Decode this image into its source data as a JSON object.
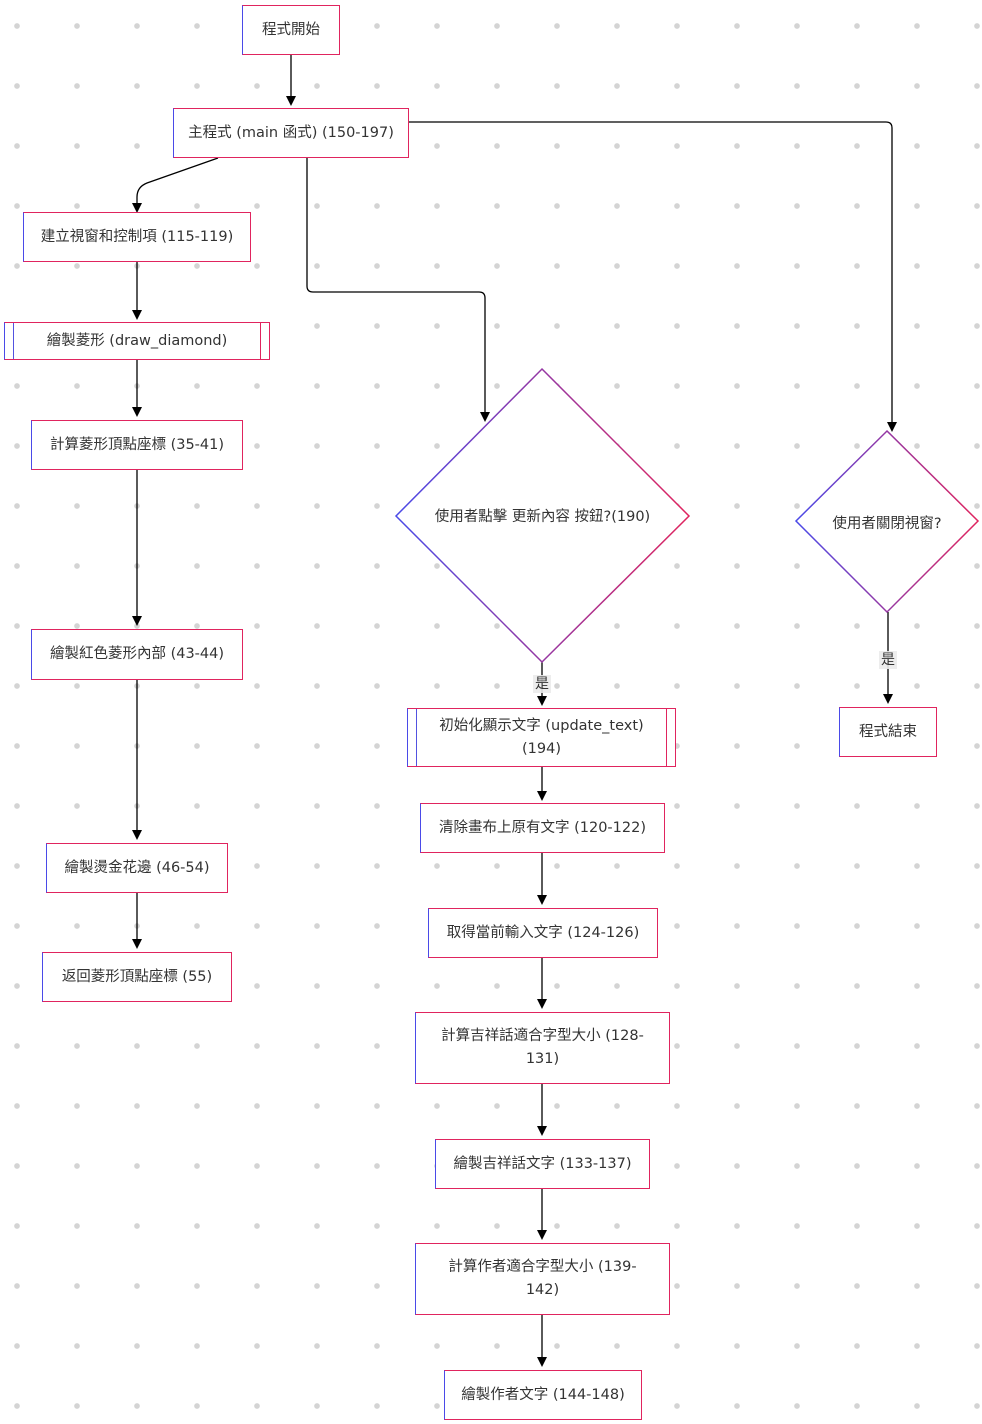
{
  "nodes": {
    "start": "程式開始",
    "main": "主程式 (main 函式) (150-197)",
    "create_window": "建立視窗和控制項 (115-119)",
    "draw_diamond": "繪製菱形 (draw_diamond)",
    "calc_vertices": "計算菱形頂點座標 (35-41)",
    "draw_red_inner": "繪製紅色菱形內部 (43-44)",
    "draw_gold_border": "繪製燙金花邊 (46-54)",
    "return_vertices": "返回菱形頂點座標 (55)",
    "decision_update": "使用者點擊 更新內容 按鈕?(190)",
    "update_text": "初始化顯示文字 (update_text) (194)",
    "clear_canvas": "清除畫布上原有文字 (120-122)",
    "get_input": "取得當前輸入文字 (124-126)",
    "calc_blessing_font": "計算吉祥話適合字型大小 (128-131)",
    "draw_blessing": "繪製吉祥話文字 (133-137)",
    "calc_author_font": "計算作者適合字型大小 (139-142)",
    "draw_author": "繪製作者文字 (144-148)",
    "decision_close": "使用者關閉視窗?",
    "end": "程式結束"
  },
  "edge_labels": {
    "yes_update": "是",
    "yes_close": "是"
  },
  "colors": {
    "border_left": "#4a4ae8",
    "border_right": "#e0245e",
    "edge": "#000000",
    "dot": "#d4d4d4"
  }
}
